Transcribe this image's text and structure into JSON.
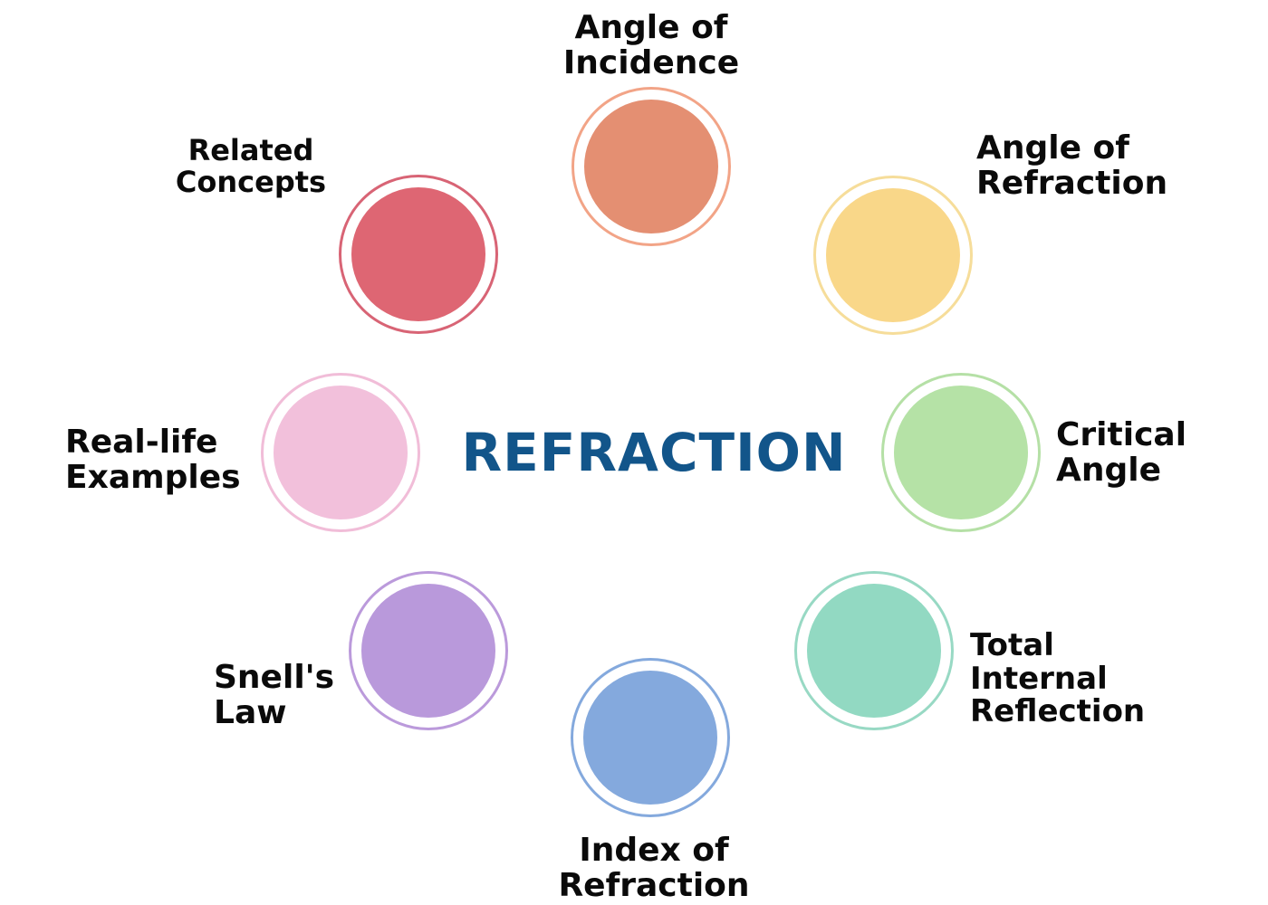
{
  "title": "REFRACTION",
  "title_color": "#12558a",
  "nodes": [
    {
      "id": "angle-of-incidence",
      "lines": [
        "Angle of",
        "Incidence"
      ],
      "ring": "#f2a487",
      "fill": "#e48f72"
    },
    {
      "id": "angle-of-refraction",
      "lines": [
        "Angle of",
        "Refraction"
      ],
      "ring": "#f6dd9a",
      "fill": "#f9d789"
    },
    {
      "id": "critical-angle",
      "lines": [
        "Critical",
        "Angle"
      ],
      "ring": "#b5e0a6",
      "fill": "#b5e2a6"
    },
    {
      "id": "total-internal-reflection",
      "lines": [
        "Total",
        "Internal",
        "Reflection"
      ],
      "ring": "#98d9c4",
      "fill": "#92d9c2"
    },
    {
      "id": "index-of-refraction",
      "lines": [
        "Index of",
        "Refraction"
      ],
      "ring": "#84a9dd",
      "fill": "#84a9dd"
    },
    {
      "id": "snells-law",
      "lines": [
        "Snell's",
        "Law"
      ],
      "ring": "#bb9adb",
      "fill": "#b999db"
    },
    {
      "id": "real-life-examples",
      "lines": [
        "Real-life",
        "Examples"
      ],
      "ring": "#f1bdd8",
      "fill": "#f2c0db"
    },
    {
      "id": "related-concepts",
      "lines": [
        "Related",
        "Concepts"
      ],
      "ring": "#d86475",
      "fill": "#de6673"
    }
  ]
}
